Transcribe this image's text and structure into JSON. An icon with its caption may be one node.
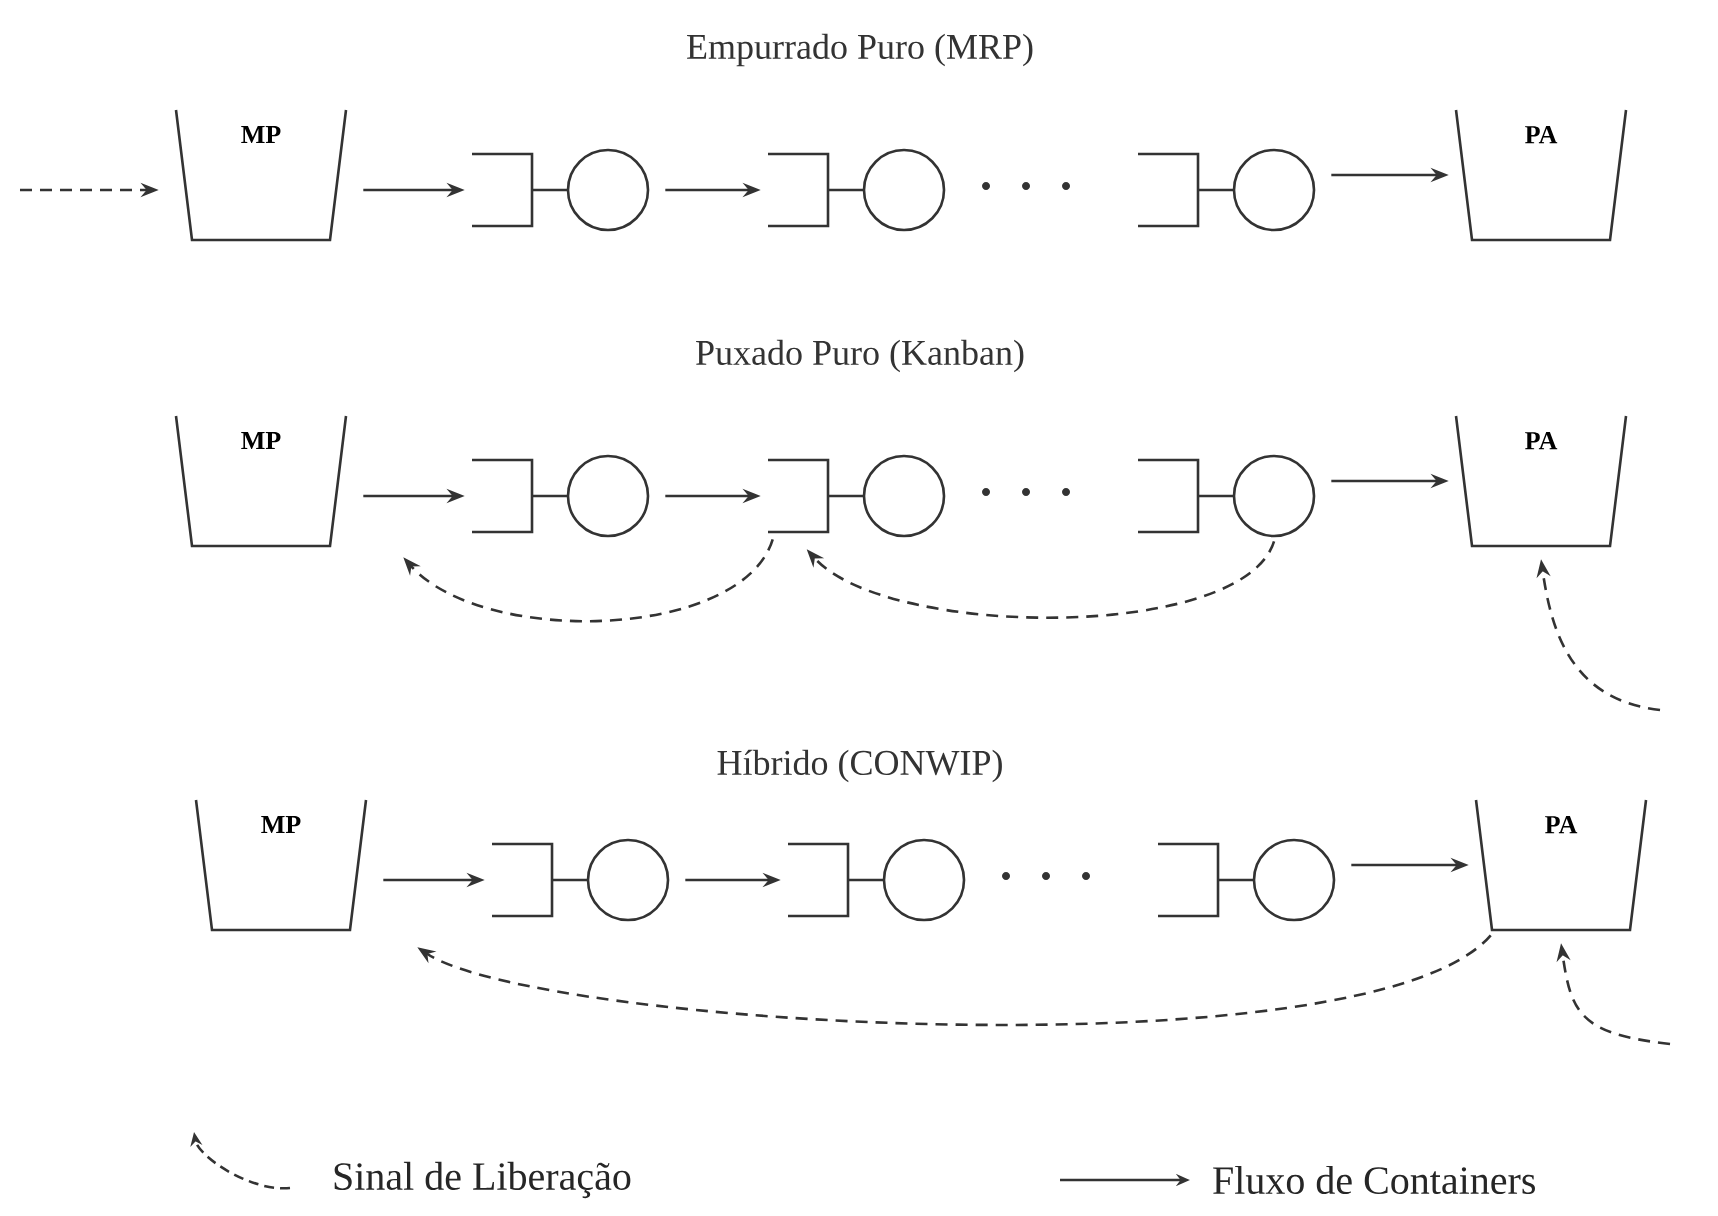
{
  "diagram": {
    "nodes": [
      {
        "text": [
          "MP"
        ]
      },
      {
        "text": [],
        "shape": "circle"
      },
      {
        "text": [],
        "shape": "circle"
      },
      {
        "text": [],
        "shape": "circle"
      },
      {
        "text": [
          "PA"
        ]
      },
      {
        "text": [
          "MP"
        ]
      },
      {
        "text": [],
        "shape": "circle"
      },
      {
        "text": [],
        "shape": "circle"
      },
      {
        "text": [],
        "shape": "circle"
      },
      {
        "text": [
          "PA"
        ]
      },
      {
        "text": [
          "MP"
        ]
      },
      {
        "text": [],
        "shape": "circle"
      },
      {
        "text": [],
        "shape": "circle"
      },
      {
        "text": [],
        "shape": "circle"
      },
      {
        "text": [
          "PA"
        ]
      }
    ],
    "edges": [
      {
        "from": null,
        "to": 0,
        "arrow": "to",
        "style": "dashed"
      },
      {
        "from": 0,
        "to": 1,
        "arrow": "to"
      },
      {
        "from": 1,
        "to": 2,
        "arrow": "to"
      },
      {
        "from": 3,
        "to": 4,
        "arrow": "to"
      },
      {
        "from": 5,
        "to": 6,
        "arrow": "to"
      },
      {
        "from": 6,
        "to": 7,
        "arrow": "to"
      },
      {
        "from": 8,
        "to": 9,
        "arrow": "to"
      },
      {
        "from": 7,
        "to": 5,
        "arrow": "to",
        "style": "dashed"
      },
      {
        "from": 8,
        "to": 7,
        "arrow": "to",
        "style": "dashed"
      },
      {
        "from": null,
        "to": 9,
        "arrow": "to",
        "style": "dashed"
      },
      {
        "from": 10,
        "to": 11,
        "arrow": "to"
      },
      {
        "from": 11,
        "to": 12,
        "arrow": "to"
      },
      {
        "from": 13,
        "to": 14,
        "arrow": "to"
      },
      {
        "from": 14,
        "to": 10,
        "arrow": "to",
        "style": "dashed"
      },
      {
        "from": null,
        "to": 14,
        "arrow": "to",
        "style": "dashed"
      }
    ],
    "labels": [
      "Empurrado Puro (MRP)",
      "Puxado Puro (Kanban)",
      "Híbrido (CONWIP)"
    ],
    "legend": [
      {
        "text": "Sinal de Liberação"
      },
      {
        "text": "Fluxo de Containers"
      }
    ]
  }
}
